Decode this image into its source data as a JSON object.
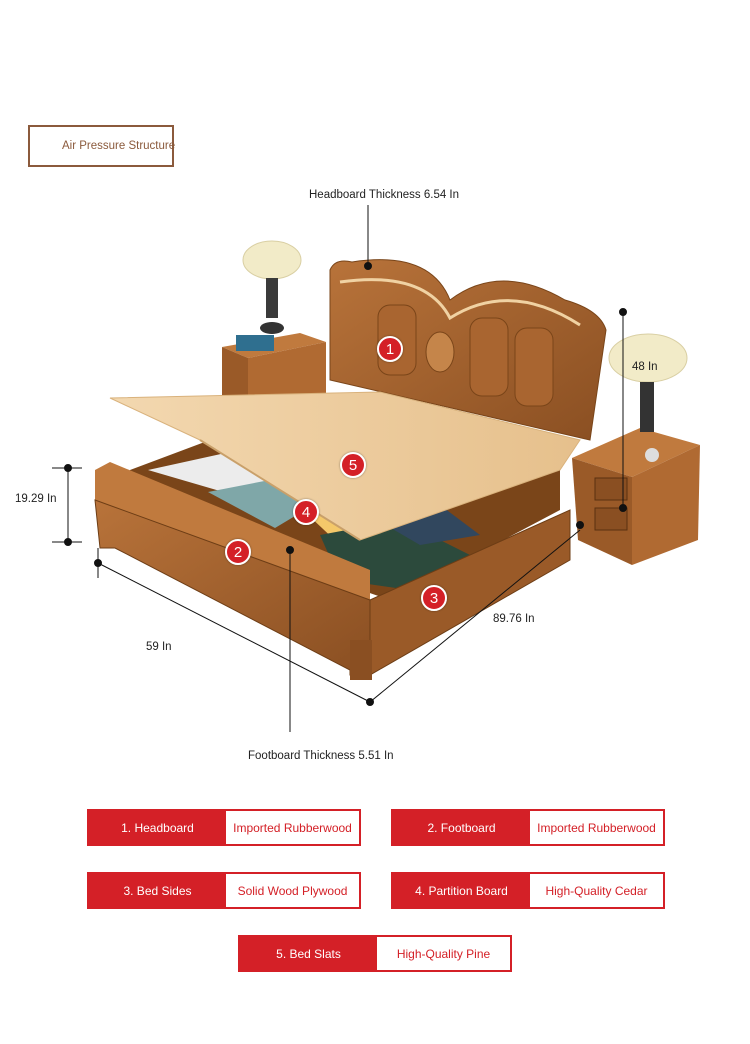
{
  "structure_label": "Air Pressure Structure",
  "dimensions": {
    "headboard_thickness": "Headboard Thickness 6.54 In",
    "footboard_thickness": "Footboard Thickness 5.51 In",
    "nightstand_height": "48 In",
    "bed_height": "19.29 In",
    "width": "59 In",
    "length": "89.76 In"
  },
  "markers": [
    "1",
    "2",
    "3",
    "4",
    "5"
  ],
  "specs": [
    {
      "label": "1. Headboard",
      "value": "Imported Rubberwood"
    },
    {
      "label": "2. Footboard",
      "value": "Imported Rubberwood"
    },
    {
      "label": "3. Bed Sides",
      "value": "Solid Wood Plywood"
    },
    {
      "label": "4. Partition Board",
      "value": "High-Quality Cedar"
    },
    {
      "label": "5. Bed Slats",
      "value": "High-Quality Pine"
    }
  ],
  "colors": {
    "accent": "#d42027",
    "wood": "#a8652e",
    "brown_border": "#8b5a3c"
  }
}
